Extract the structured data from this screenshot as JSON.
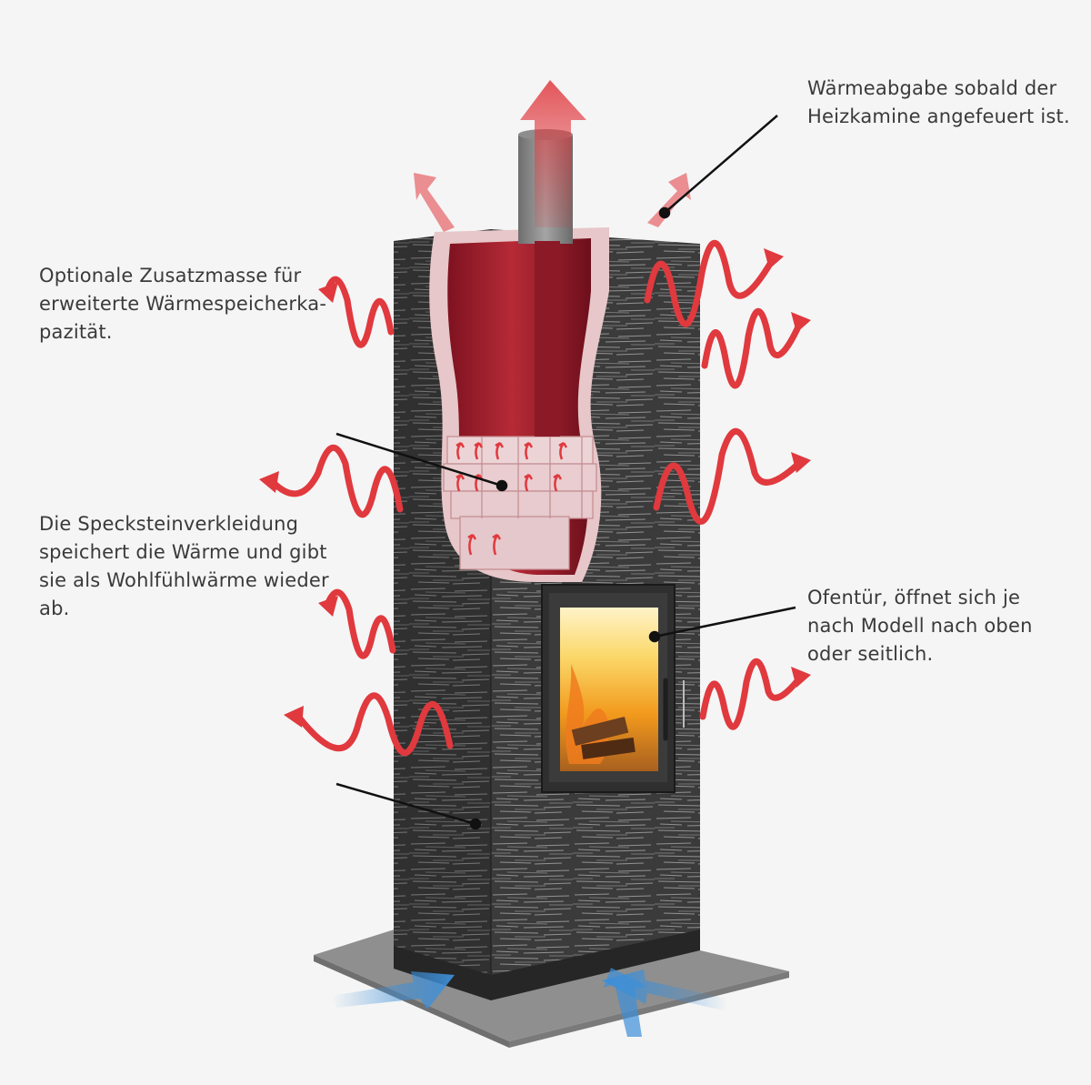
{
  "labels": {
    "top_right": [
      "Wärmeabgabe sobald der",
      "Heizkamine angefeuert ist."
    ],
    "upper_left": [
      "Optionale Zusatzmasse für",
      "erweiterte Wärmespeicherka-",
      "pazität."
    ],
    "middle_left": [
      "Die Specksteinverkleidung",
      "speichert die Wärme und gibt",
      "sie als Wohlfühlwärme wieder",
      "ab."
    ],
    "right": [
      "Ofentür, öffnet sich je",
      "nach Modell nach oben",
      "oder seitlich."
    ]
  },
  "colors": {
    "background": "#f5f5f5",
    "text": "#3a3a3a",
    "heat_arrow": "#e0393e",
    "cold_air_arrow": "#3d8fd8",
    "soapstone_dark": "#3c3c3c",
    "chamber_red": "#a51f2c",
    "floor_plate": "#8c8c8c",
    "leader_line": "#111111"
  }
}
